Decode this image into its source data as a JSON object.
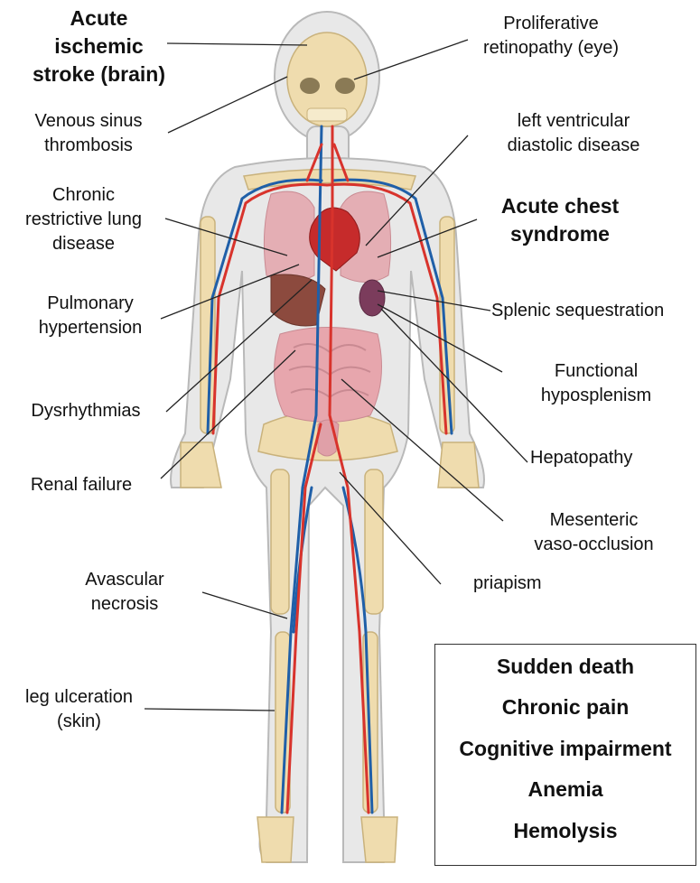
{
  "labels": {
    "stroke": "Acute\nischemic\nstroke (brain)",
    "retinopathy": "Proliferative\nretinopathy (eye)",
    "venous_sinus": "Venous sinus\nthrombosis",
    "lv_diastolic": "left ventricular\ndiastolic disease",
    "lung_disease": "Chronic\nrestrictive lung\ndisease",
    "chest_syndrome": "Acute chest\nsyndrome",
    "pulmonary_htn": "Pulmonary\nhypertension",
    "splenic_seq": "Splenic sequestration",
    "hyposplenism": "Functional\nhyposplenism",
    "dysrhythmias": "Dysrhythmias",
    "hepatopathy": "Hepatopathy",
    "renal_failure": "Renal failure",
    "mesenteric": "Mesenteric\nvaso-occlusion",
    "priapism": "priapism",
    "avascular": "Avascular\nnecrosis",
    "leg_ulcer": "leg ulceration\n(skin)"
  },
  "summary": [
    "Sudden death",
    "Chronic pain",
    "Cognitive impairment",
    "Anemia",
    "Hemolysis"
  ],
  "colors": {
    "artery": "#d8332c",
    "vein": "#1f5fa8",
    "organ": "#e7a6ad",
    "bone": "#efdcae",
    "skin": "#e3e3e3",
    "leader": "#222222"
  }
}
